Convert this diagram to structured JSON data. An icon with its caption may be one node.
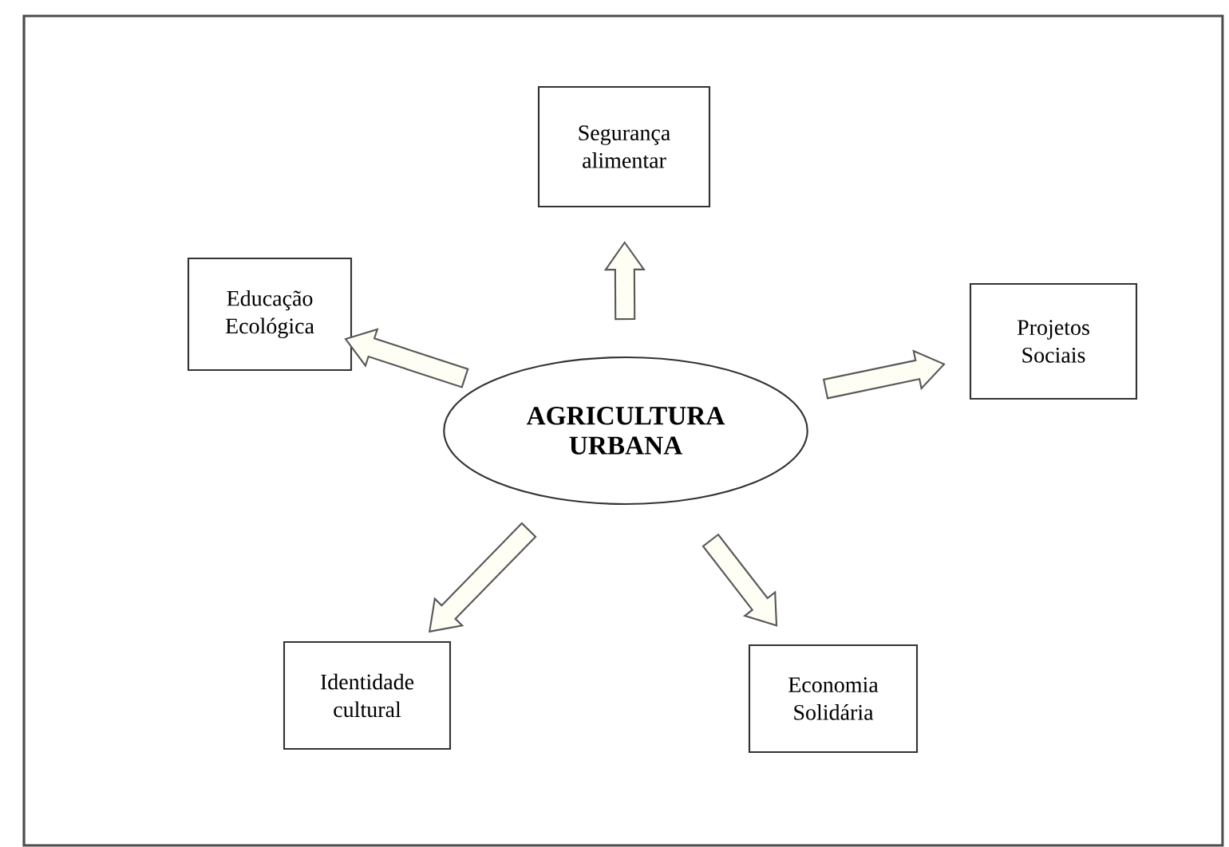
{
  "diagram": {
    "nodes": [
      {
        "text": [
          "AGRICULTURA URBANA"
        ]
      },
      {
        "text": [
          "Segurança alimentar"
        ]
      },
      {
        "text": [
          "Educação Ecológica"
        ]
      },
      {
        "text": [
          "Projetos Sociais"
        ]
      },
      {
        "text": [
          "Identidade cultural"
        ]
      },
      {
        "text": [
          "Economia Solidária"
        ]
      }
    ],
    "edges": [
      {
        "from": 0,
        "to": 1,
        "arrow": "to"
      },
      {
        "from": 0,
        "to": 2,
        "arrow": "to"
      },
      {
        "from": 0,
        "to": 3,
        "arrow": "to"
      },
      {
        "from": 0,
        "to": 4,
        "arrow": "to"
      },
      {
        "from": 0,
        "to": 5,
        "arrow": "to"
      }
    ]
  }
}
